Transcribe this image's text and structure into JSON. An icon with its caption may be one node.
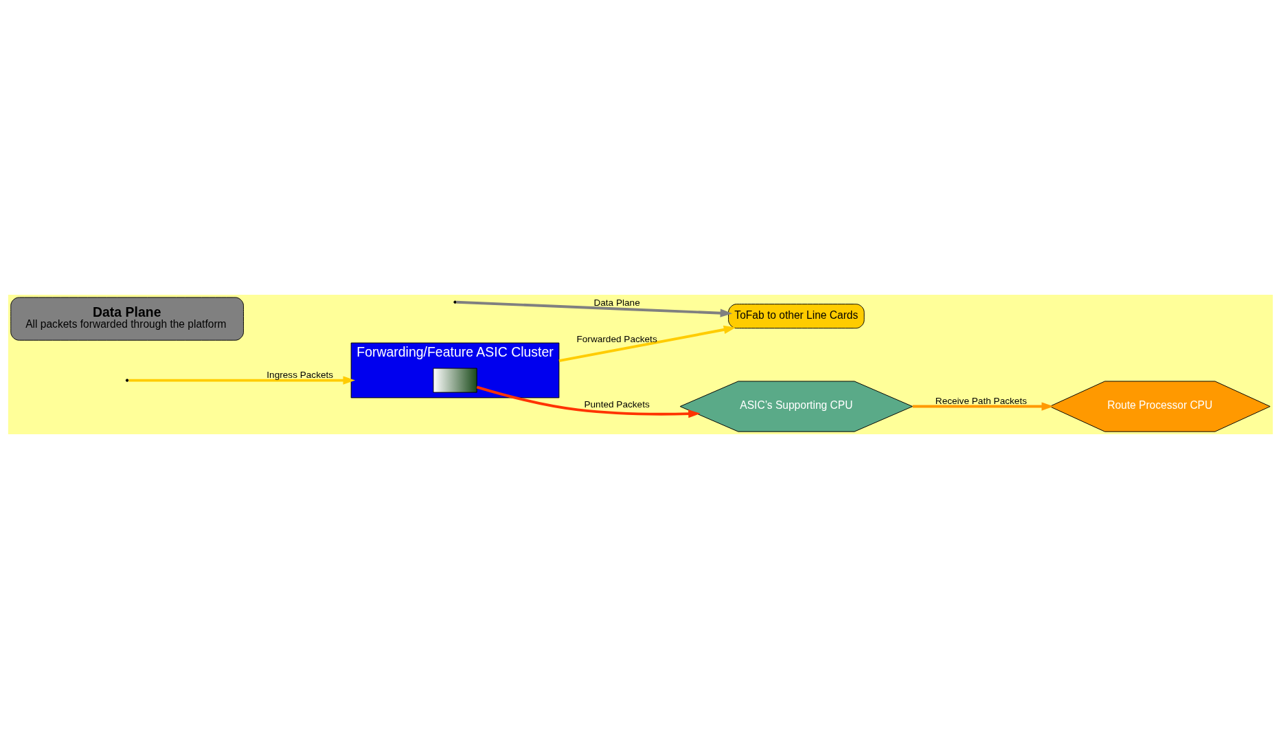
{
  "diagram": {
    "nodes": [
      {
        "text": [
          "Forwarding/Feature ASIC Cluster"
        ]
      },
      {
        "text": [],
        "shape": "box",
        "in": 0
      },
      {
        "text": [
          "ToFab to other Line Cards"
        ]
      },
      {
        "text": [
          "Data Plane",
          "All packets forwarded through the platform"
        ]
      },
      {
        "text": [
          "ASIC’s Supporting CPU"
        ]
      },
      {
        "text": [
          "Route Processor CPU"
        ]
      }
    ],
    "edges": [
      {
        "from": null,
        "to": 2,
        "arrow": "to",
        "label": "Data Plane",
        "color": "#808080"
      },
      {
        "from": null,
        "to": 0,
        "arrow": "to",
        "label": "Ingress Packets"
      },
      {
        "from": 0,
        "to": 2,
        "arrow": "to",
        "label": "Forwarded Packets"
      },
      {
        "from": 1,
        "to": 4,
        "arrow": "to",
        "label": "Punted Packets",
        "color": "#ff3300"
      },
      {
        "from": 4,
        "to": 5,
        "arrow": "to",
        "label": "Receive Path Packets",
        "color": "#ff9900"
      }
    ]
  }
}
